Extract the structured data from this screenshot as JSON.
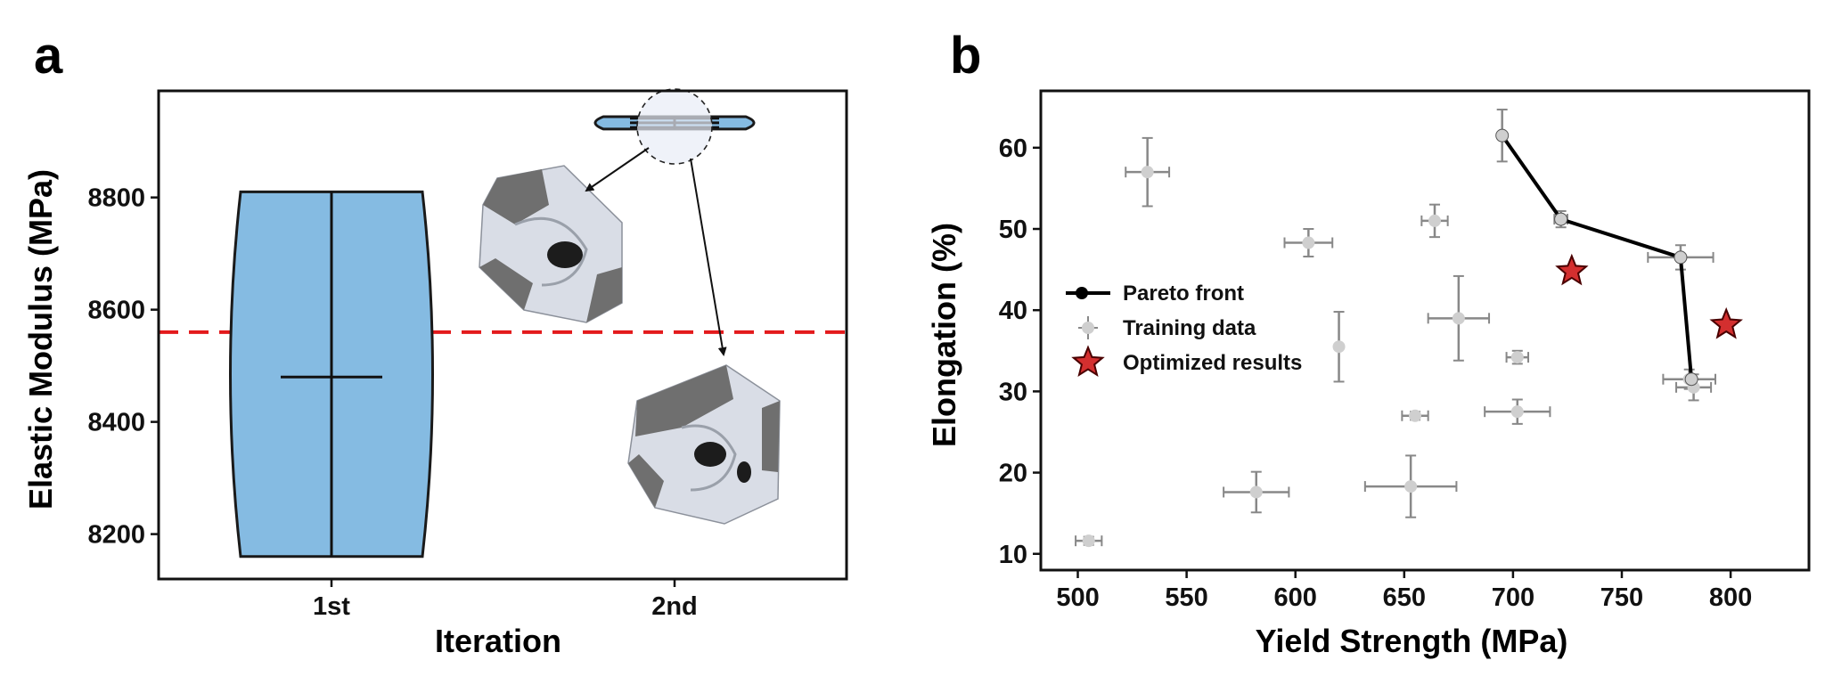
{
  "panels": {
    "a": {
      "letter": "a"
    },
    "b": {
      "letter": "b"
    }
  },
  "colors": {
    "violin_fill": "#85bbe2",
    "violin_edge": "#1a1a1a",
    "threshold_line": "#e31a1c",
    "training_points": "#cfcfcf",
    "training_errorbars": "#888888",
    "pareto_line": "#000000",
    "optimized_star": "#d32f2f",
    "star_edge": "#4a0000",
    "zoom_circle_fill": "#e8ecf6",
    "lattice_dark": "#6f6f6f",
    "lattice_light": "#d9dde6"
  },
  "chart_data": [
    {
      "type": "violin",
      "categories": [
        "1st",
        "2nd"
      ],
      "xlabel": "Iteration",
      "ylabel": "Elastic Modulus (MPa)",
      "yticks": [
        8200,
        8400,
        8600,
        8800
      ],
      "ylim": [
        8120,
        8990
      ],
      "threshold": 8560,
      "series": [
        {
          "category": "1st",
          "min": 8160,
          "max": 8810,
          "median": 8480
        },
        {
          "category": "2nd",
          "min": 8922,
          "max": 8944,
          "median": 8933
        }
      ],
      "insets": [
        "lattice-structure-1",
        "lattice-structure-2"
      ]
    },
    {
      "type": "scatter",
      "xlabel": "Yield Strength (MPa)",
      "ylabel": "Elongation (%)",
      "xticks": [
        500,
        550,
        600,
        650,
        700,
        750,
        800
      ],
      "yticks": [
        10,
        20,
        30,
        40,
        50,
        60
      ],
      "xlim": [
        483,
        836
      ],
      "ylim": [
        8,
        67
      ],
      "legend_position": "center-left",
      "legend": [
        "Pareto front",
        "Training data",
        "Optimized results"
      ],
      "pareto_front": {
        "x": [
          695,
          722,
          777,
          782
        ],
        "y": [
          61.5,
          51.2,
          46.5,
          31.5
        ]
      },
      "training_data": {
        "points": [
          {
            "x": 505,
            "y": 11.6,
            "xerr": 6,
            "yerr": 0.5
          },
          {
            "x": 532,
            "y": 57.0,
            "xerr": 10,
            "yerr": 4.2
          },
          {
            "x": 582,
            "y": 17.6,
            "xerr": 15,
            "yerr": 2.5
          },
          {
            "x": 606,
            "y": 48.3,
            "xerr": 11,
            "yerr": 1.7
          },
          {
            "x": 620,
            "y": 35.5,
            "xerr": 0,
            "yerr": 4.3
          },
          {
            "x": 653,
            "y": 18.3,
            "xerr": 21,
            "yerr": 3.8
          },
          {
            "x": 655,
            "y": 27.0,
            "xerr": 6,
            "yerr": 0.5
          },
          {
            "x": 664,
            "y": 51.0,
            "xerr": 6,
            "yerr": 2.0
          },
          {
            "x": 675,
            "y": 39.0,
            "xerr": 14,
            "yerr": 5.2
          },
          {
            "x": 695,
            "y": 61.5,
            "xerr": 0,
            "yerr": 3.2
          },
          {
            "x": 702,
            "y": 27.5,
            "xerr": 15,
            "yerr": 1.5
          },
          {
            "x": 702,
            "y": 34.2,
            "xerr": 5,
            "yerr": 0.8
          },
          {
            "x": 722,
            "y": 51.2,
            "xerr": 3,
            "yerr": 1.0
          },
          {
            "x": 777,
            "y": 46.5,
            "xerr": 15,
            "yerr": 1.5
          },
          {
            "x": 781,
            "y": 31.5,
            "xerr": 12,
            "yerr": 1.2
          },
          {
            "x": 783,
            "y": 30.5,
            "xerr": 8,
            "yerr": 1.6
          }
        ]
      },
      "optimized_results": {
        "x": [
          727,
          798
        ],
        "y": [
          44.8,
          38.2
        ]
      }
    }
  ]
}
